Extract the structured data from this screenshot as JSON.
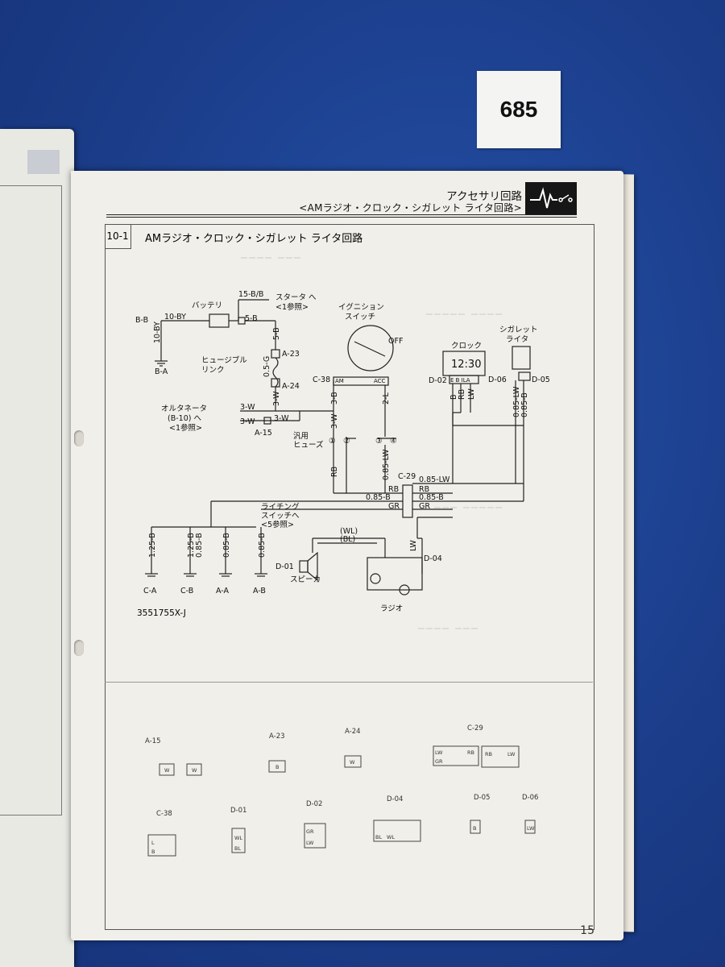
{
  "tag_number": "685",
  "header": {
    "category": "アクセサリ回路",
    "subtitle": "<AMラジオ・クロック・シガレット ライタ回路>"
  },
  "section": {
    "number": "10-1",
    "title": "AMラジオ・クロック・シガレット ライタ回路"
  },
  "diagram": {
    "battery": "バッテリ",
    "starter_ref": "15-B/B",
    "starter_to": "スタータ へ",
    "ref1": "<1参照>",
    "wire_5b": "5-B",
    "b_b": "B-B",
    "wire_10by_h": "10-BY",
    "wire_10by_v": "10-BY",
    "b_a": "B-A",
    "fusible": "ヒュージブル",
    "link": "リンク",
    "a23": "A-23",
    "a24": "A-24",
    "wire_05g": "0.5-G",
    "wire_5b_v": "5-B",
    "wire_3w_v": "3-W",
    "alternator": "オルタネータ",
    "alt_ref": "(B-10) へ",
    "alt_ref1": "<1参照>",
    "wire_3w_a": "3-W",
    "wire_3w_b": "3-W",
    "wire_3w_c": "3-W",
    "a15": "A-15",
    "ignition": "イグニション",
    "switch": "スイッチ",
    "off": "OFF",
    "c38": "C-38",
    "am": "AM",
    "acc": "ACC",
    "wire_3b": "3-B",
    "wire_2l": "2-L",
    "wire_3w_d": "3-W",
    "fuse_label": "汎用",
    "fuse_label2": "ヒューズ",
    "fuse1": "①",
    "fuse3": "③",
    "fuse2": "②",
    "fuse4": "④",
    "clock": "クロック",
    "clock_time": "12:30",
    "d02": "D-02",
    "clock_pins": "E B ILA",
    "cig": "シガレット",
    "lighter": "ライタ",
    "d06": "D-06",
    "d05": "D-05",
    "wire_rb": "RB",
    "wire_085lw": "0.85-LW",
    "c29": "C-29",
    "w_085lw_h": "0.85-LW",
    "w_rb1": "RB",
    "w_rb2": "RB",
    "w_085b1": "0.85-B",
    "w_085b2": "0.85-B",
    "w_gr1": "GR",
    "w_gr2": "GR",
    "lighting": "ライチング",
    "lighting_sw": "スイッチへ",
    "lighting_ref": "<5参照>",
    "w_125b": "1.25-B",
    "w_125b2": "1.25-B",
    "w_085b_v": "0.85-B",
    "w_085b_v2": "0.85-B",
    "w_085b_v3": "0.85-B",
    "c_a": "C-A",
    "c_b": "C-B",
    "a_a": "A-A",
    "a_b": "A-B",
    "wl": "(WL)",
    "bl": "(BL)",
    "d01": "D-01",
    "speaker": "スピーカ",
    "d04": "D-04",
    "radio": "ラジオ",
    "lw": "LW",
    "clk_b": "B",
    "clk_rb": "RB",
    "clk_lw": "LW",
    "cig_w1": "0.85-LW",
    "cig_w2": "0.85-B"
  },
  "part_code": "3551755X-J",
  "connectors": {
    "a15": "A-15",
    "a23": "A-23",
    "a24": "A-24",
    "c29": "C-29",
    "c38": "C-38",
    "d01": "D-01",
    "d02": "D-02",
    "d04": "D-04",
    "d05": "D-05",
    "d06": "D-06",
    "w": "W",
    "b": "B",
    "lw": "LW",
    "gr": "GR",
    "rb": "RB",
    "bl": "BL",
    "wl": "WL",
    "l": "L"
  },
  "page_number": "15"
}
